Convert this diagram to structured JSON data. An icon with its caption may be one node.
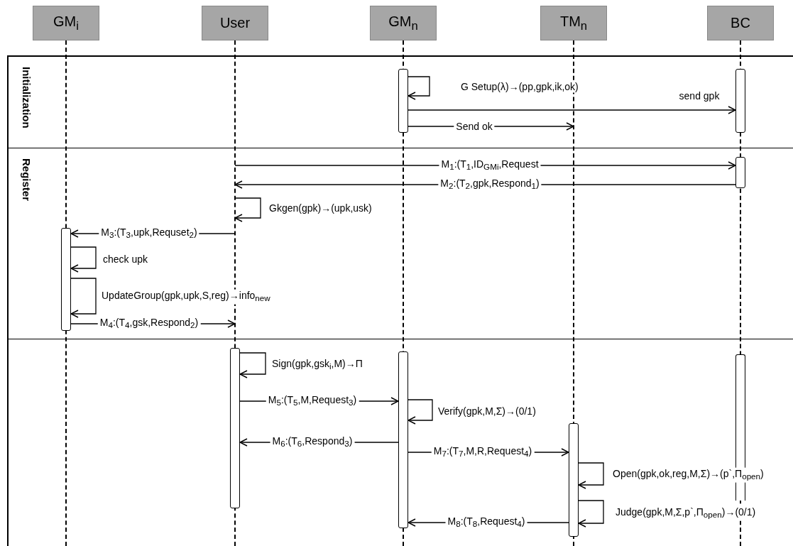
{
  "diagram": {
    "nodes": [
      {
        "text": [
          "GM$_{i}$"
        ]
      },
      {
        "text": [
          "User"
        ]
      },
      {
        "text": [
          "GM$_{n}$"
        ]
      },
      {
        "text": [
          "TM$_{n}$"
        ]
      },
      {
        "text": [
          "BC"
        ]
      },
      {
        "text": [
          "Initialization"
        ]
      },
      {
        "text": [
          "Register"
        ]
      },
      {
        "text": [],
        "shape": "box"
      },
      {
        "text": [],
        "shape": "line"
      },
      {
        "text": [],
        "shape": "line"
      },
      {
        "text": [],
        "shape": "line"
      },
      {
        "text": [],
        "shape": "line"
      },
      {
        "text": [],
        "shape": "line"
      },
      {
        "text": [],
        "shape": "bar",
        "in": 5
      },
      {
        "text": [],
        "shape": "bar",
        "in": 5
      },
      {
        "text": [],
        "shape": "bar",
        "in": 6
      },
      {
        "text": [],
        "shape": "bar",
        "in": 6
      },
      {
        "text": [],
        "shape": "bar",
        "in": 7
      },
      {
        "text": [],
        "shape": "bar",
        "in": 7
      },
      {
        "text": [],
        "shape": "bar",
        "in": 7
      },
      {
        "text": [],
        "shape": "bar",
        "in": 7
      }
    ],
    "edges": [
      {
        "from": 13,
        "to": 13,
        "arrow": "to",
        "label": "G Setup(λ)→(pp,gpk,ik,ok)"
      },
      {
        "from": 13,
        "to": 14,
        "arrow": "to",
        "label": "send gpk"
      },
      {
        "from": 13,
        "to": 11,
        "arrow": "to",
        "label": "Send ok"
      },
      {
        "from": 9,
        "to": 15,
        "arrow": "to",
        "label": "M$_{1}$:(T$_{1}$,ID$_{GMi}$,Request"
      },
      {
        "from": 15,
        "to": 9,
        "arrow": "to",
        "label": "M$_{2}$:(T$_{2}$,gpk,Respond$_{1}$)"
      },
      {
        "from": 9,
        "to": 9,
        "arrow": "to",
        "label": "Gkgen(gpk)→(upk,usk)"
      },
      {
        "from": 9,
        "to": 16,
        "arrow": "to",
        "label": "M$_{3}$:(T$_{3}$,upk,Requset$_{2}$)"
      },
      {
        "from": 16,
        "to": 16,
        "arrow": "to",
        "label": "check upk"
      },
      {
        "from": 16,
        "to": 16,
        "arrow": "to",
        "label": "UpdateGroup(gpk,upk,S,reg)→info$_{new}$"
      },
      {
        "from": 16,
        "to": 9,
        "arrow": "to",
        "label": "M$_{4}$:(T$_{4}$,gsk,Respond$_{2}$)"
      },
      {
        "from": 17,
        "to": 17,
        "arrow": "to",
        "label": "Sign(gpk,gsk$_{i}$,M)→Π"
      },
      {
        "from": 17,
        "to": 18,
        "arrow": "to",
        "label": "M$_{5}$:(T$_{5}$,M,Request$_{3}$)"
      },
      {
        "from": 18,
        "to": 18,
        "arrow": "to",
        "label": "Verify(gpk,M,Σ)→(0/1)"
      },
      {
        "from": 18,
        "to": 17,
        "arrow": "to",
        "label": "M$_{6}$:(T$_{6}$,Respond$_{3}$)"
      },
      {
        "from": 18,
        "to": 19,
        "arrow": "to",
        "label": "M$_{7}$:(T$_{7}$,M,R,Request$_{4}$)"
      },
      {
        "from": 19,
        "to": 19,
        "arrow": "to",
        "label": "Open(gpk,ok,reg,M,Σ)→(p`,Π$_{open}$)"
      },
      {
        "from": 19,
        "to": 19,
        "arrow": "to",
        "label": "Judge(gpk,M,Σ,p`,Π$_{open}$)→(0/1)"
      },
      {
        "from": 19,
        "to": 18,
        "arrow": "to",
        "label": "M$_{8}$:(T$_{8}$,Request$_{4}$)"
      }
    ]
  }
}
